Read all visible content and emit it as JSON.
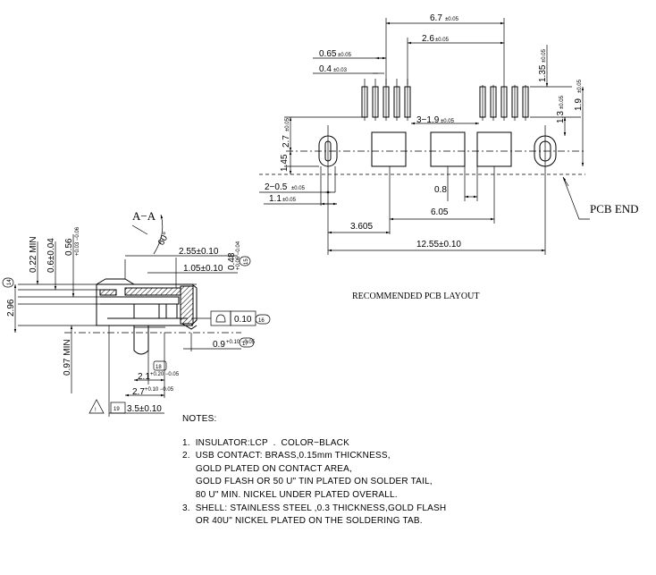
{
  "pcb_layout": {
    "caption": "RECOMMENDED PCB LAYOUT",
    "pcb_end_label": "PCB END",
    "dims": {
      "d_6_7": "6.7",
      "d_2_6": "2.6",
      "d_0_65": "0.65",
      "d_0_4": "0.4",
      "d_3_1_9": "3−1.9",
      "d_1_35": "1.35",
      "d_1_3": "1.3",
      "d_1_9": "1.9",
      "d_2_7": "2.7",
      "d_1_45": "1.45",
      "d_2_0_5": "2−0.5",
      "d_1_1": "1.1",
      "d_0_8": "0.8",
      "d_6_05": "6.05",
      "d_3_605": "3.605",
      "d_12_55": "12.55±0.10"
    },
    "tol": {
      "t005": "±0.05",
      "t003": "±0.03"
    }
  },
  "section": {
    "label": "A−A",
    "angle": "60°",
    "dims": {
      "d_2_55": "2.55±0.10",
      "d_1_05": "1.05±0.10",
      "d_0_48": "0.48",
      "d_0_22": "0.22 MIN",
      "d_0_6": "0.6±0.04",
      "d_0_56": "0.56",
      "d_2_96": "2.96",
      "d_0_97": "0.97 MIN",
      "d_0_9": "0.9",
      "d_2_1": "2.1",
      "d_2_7": "2.7",
      "d_3_5": "3.5±0.10",
      "d_0_10": "0.10"
    },
    "tol": {
      "t_0_48": "+0.06 −0.04",
      "t_0_56": "+0.03 −0.06",
      "t_0_9": "+0.10 −0.05",
      "t_2_1": "+0.20 −0.05",
      "t_2_7": "+0.10 −0.05"
    },
    "callouts": {
      "c14": "14",
      "c15": "15",
      "c16": "16",
      "c17": "17",
      "c18": "18",
      "c19": "19"
    }
  },
  "notes": {
    "heading": "NOTES:",
    "lines": [
      "1.  INSULATOR:LCP  .  COLOR−BLACK",
      "2.  USB CONTACT: BRASS,0.15mm THICKNESS,",
      "     GOLD PLATED ON CONTACT AREA,",
      "     GOLD FLASH OR 50 U\" TIN PLATED ON SOLDER TAIL,",
      "     80 U\" MIN. NICKEL UNDER PLATED OVERALL.",
      "3.  SHELL: STAINLESS STEEL ,0.3 THICKNESS,GOLD FLASH",
      "     OR 40U\" NICKEL PLATED ON THE SOLDERING TAB."
    ]
  }
}
